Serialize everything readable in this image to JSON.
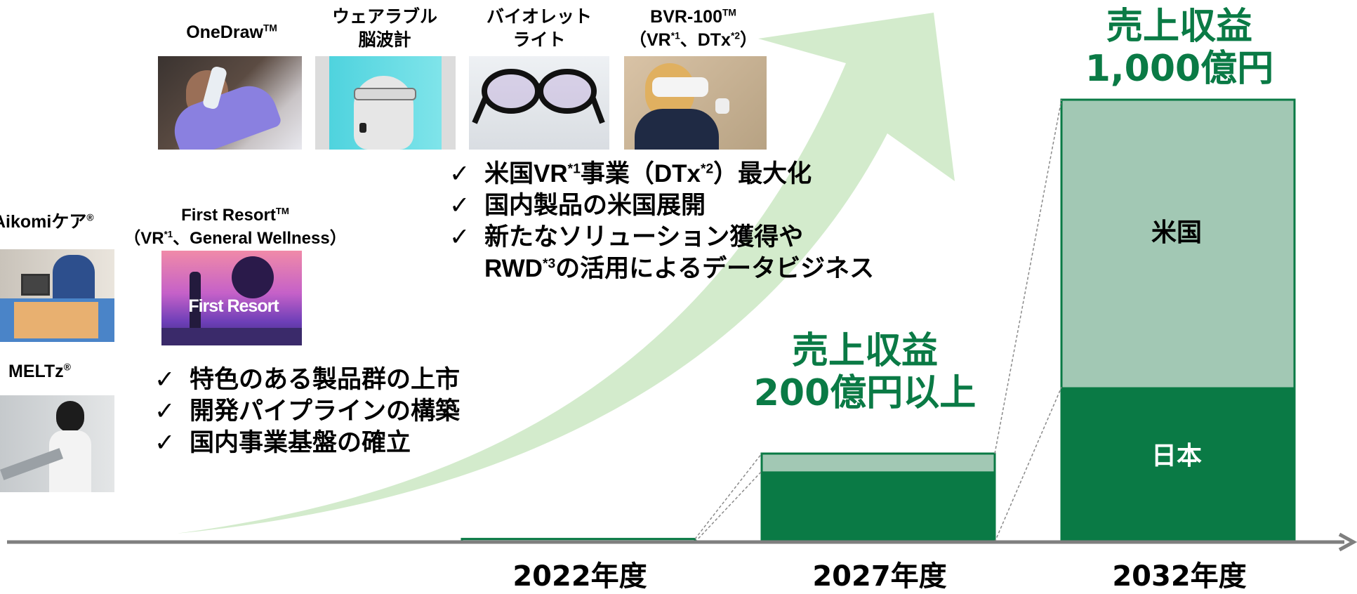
{
  "products": [
    {
      "name": "OneDraw",
      "mark": "TM"
    },
    {
      "line1": "ウェアラブル",
      "line2": "脳波計"
    },
    {
      "line1": "バイオレット",
      "line2": "ライト"
    },
    {
      "name": "BVR-100",
      "mark": "TM",
      "sub_open": "（VR",
      "sub_fn1": "*1",
      "sub_mid": "、DTx",
      "sub_fn2": "*2",
      "sub_close": "）"
    },
    {
      "name": "Aikomiケア",
      "mark": "®"
    },
    {
      "name": "First Resort",
      "mark": "TM",
      "sub_open": "（VR",
      "sub_fn1": "*1",
      "sub_rest": "、General Wellness）",
      "image_text": "First Resort"
    },
    {
      "name": "MELTz",
      "mark": "®"
    }
  ],
  "bullets_upper": [
    {
      "pre": "米国VR",
      "fn1": "*1",
      "mid": "事業（DTx",
      "fn2": "*2",
      "post": "）最大化"
    },
    {
      "text": "国内製品の米国展開"
    },
    {
      "line1": "新たなソリューション獲得や",
      "line2_pre": "RWD",
      "line2_fn": "*3",
      "line2_post": "の活用によるデータビジネス"
    }
  ],
  "bullets_lower": [
    "特色のある製品群の上市",
    "開発パイプラインの構築",
    "国内事業基盤の確立"
  ],
  "check_mark": "✓",
  "chart_data": {
    "type": "bar",
    "stacked": true,
    "categories": [
      "2022年度",
      "2027年度",
      "2032年度"
    ],
    "series": [
      {
        "name": "日本",
        "values": [
          2,
          160,
          350
        ]
      },
      {
        "name": "米国",
        "values": [
          5,
          40,
          650
        ]
      }
    ],
    "ylim": [
      0,
      1000
    ],
    "bar_labels": [
      {
        "category": "2027年度",
        "line1": "売上収益",
        "line2": "200億円以上"
      },
      {
        "category": "2032年度",
        "line1": "売上収益",
        "line2": "1,000億円"
      }
    ],
    "colors": {
      "日本": "#0a7a45",
      "米国": "#a2c8b4",
      "outline": "#0a7a45",
      "arrow": "#d3ebcc",
      "axis": "#7f7f7f"
    }
  }
}
